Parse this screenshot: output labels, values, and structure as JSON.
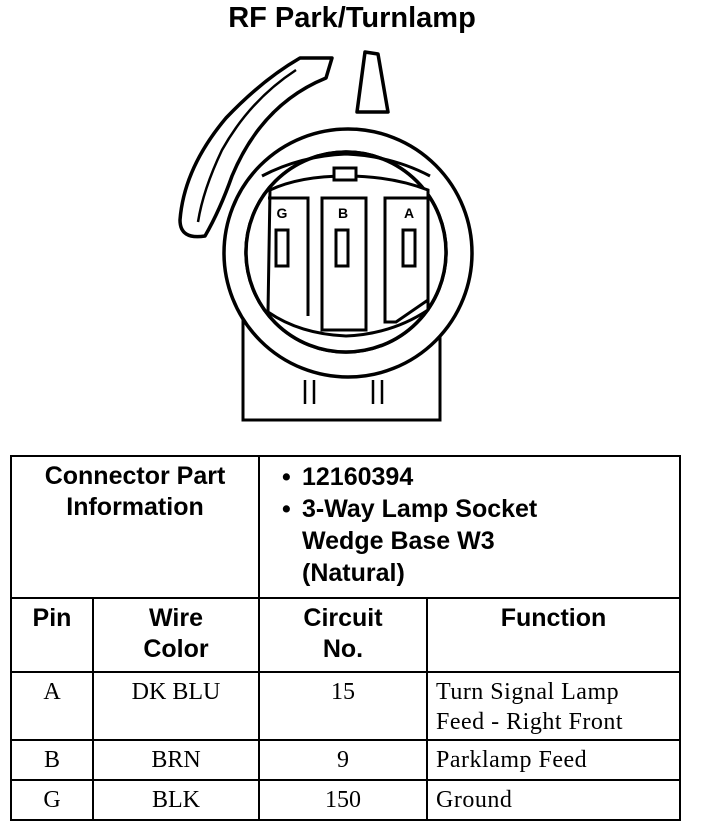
{
  "title": "RF Park/Turnlamp",
  "pins_on_connector": [
    "G",
    "B",
    "A"
  ],
  "connector_part_information": {
    "label_line1": "Connector Part",
    "label_line2": "Information",
    "part_number": "12160394",
    "description_line1": "3-Way Lamp Socket",
    "description_line2": "Wedge Base W3",
    "description_line3": "(Natural)"
  },
  "table_headers": {
    "pin": "Pin",
    "wire_color_line1": "Wire",
    "wire_color_line2": "Color",
    "circuit_line1": "Circuit",
    "circuit_line2": "No.",
    "function": "Function"
  },
  "rows": [
    {
      "pin": "A",
      "wire_color": "DK BLU",
      "circuit": "15",
      "function_line1": "Turn Signal Lamp",
      "function_line2": "Feed - Right Front"
    },
    {
      "pin": "B",
      "wire_color": "BRN",
      "circuit": "9",
      "function_line1": "Parklamp Feed",
      "function_line2": ""
    },
    {
      "pin": "G",
      "wire_color": "BLK",
      "circuit": "150",
      "function_line1": "Ground",
      "function_line2": ""
    }
  ]
}
